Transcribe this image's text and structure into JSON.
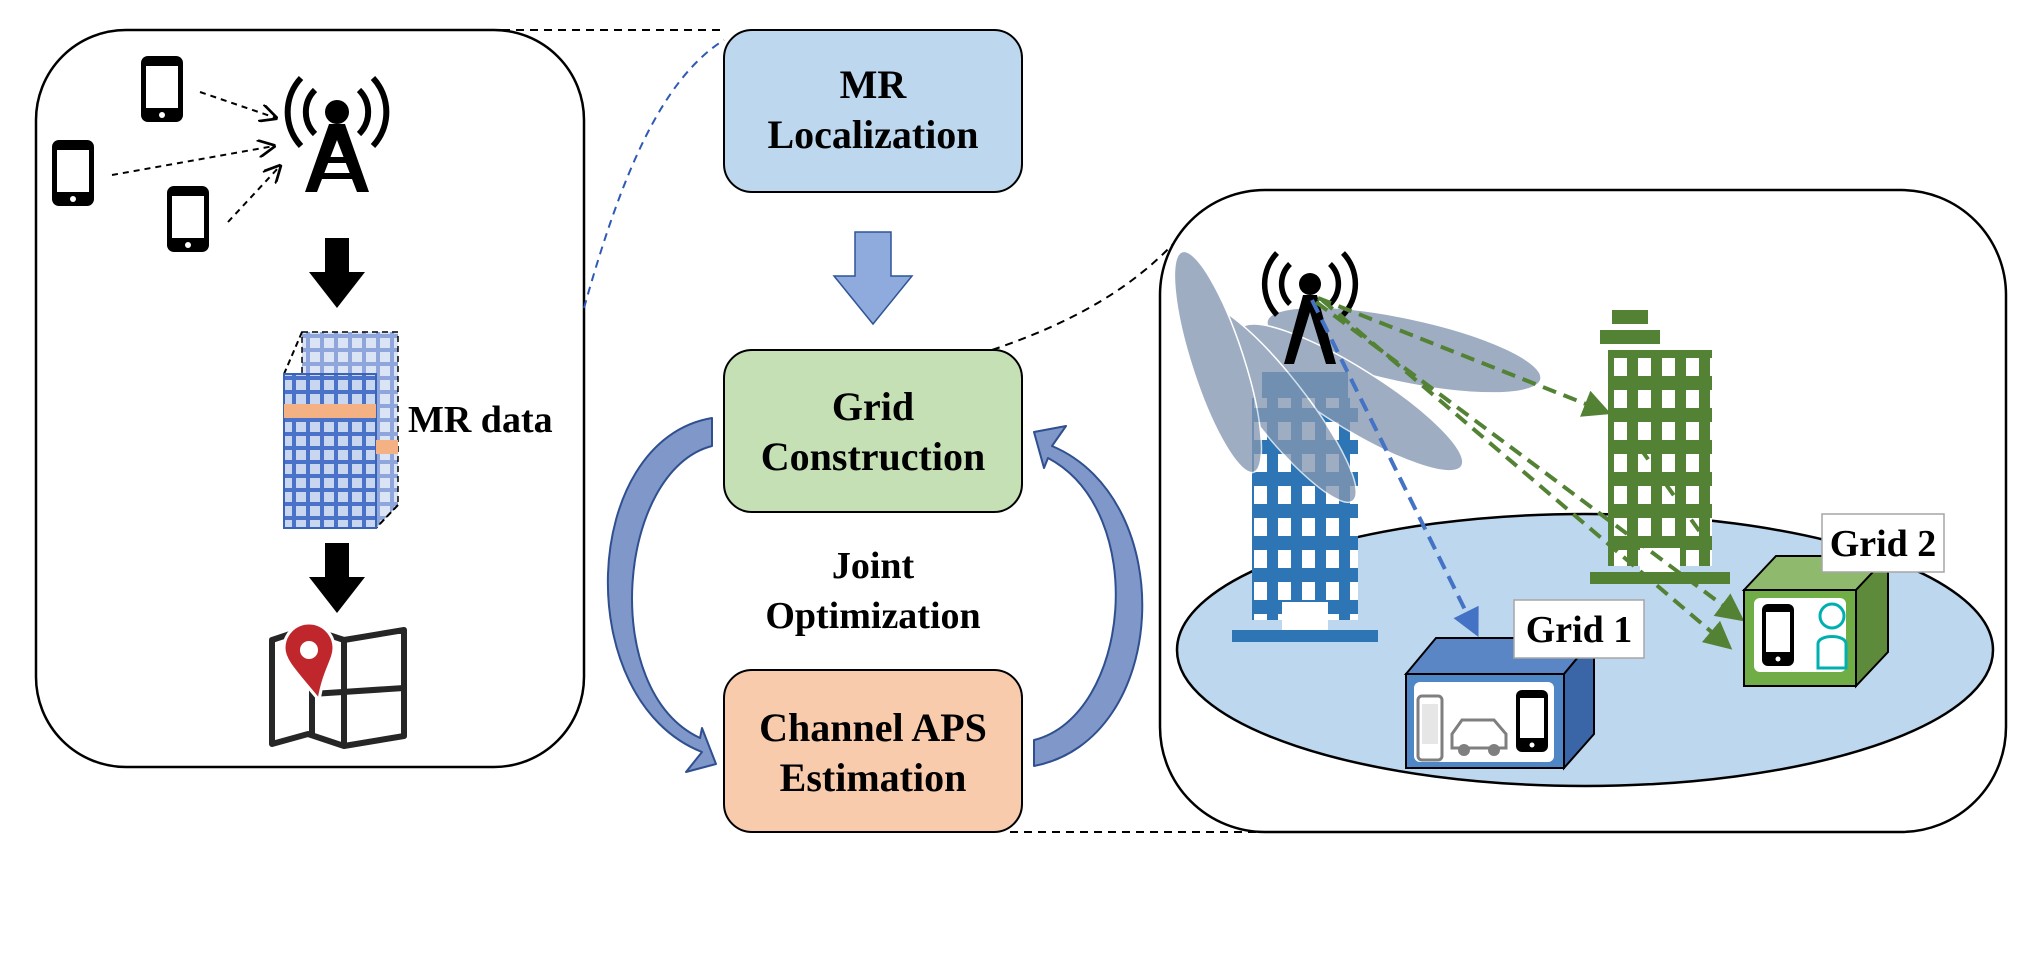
{
  "flow": {
    "mr_localization": {
      "line1": "MR",
      "line2": "Localization"
    },
    "grid_construction": {
      "line1": "Grid",
      "line2": "Construction"
    },
    "channel_aps_estimation": {
      "line1": "Channel APS",
      "line2": "Estimation"
    },
    "joint_optimization": {
      "line1": "Joint",
      "line2": "Optimization"
    }
  },
  "left_panel": {
    "mr_data_label": "MR data",
    "icons": [
      "smartphone-icon",
      "cell-tower-icon",
      "arrow-down-icon",
      "mr-data-cube-icon",
      "map-pin-icon"
    ]
  },
  "right_panel": {
    "grid1_label": "Grid 1",
    "grid2_label": "Grid 2",
    "icons": [
      "cell-tower-icon",
      "building-icon",
      "car-icon",
      "person-icon",
      "smartphone-icon"
    ]
  },
  "colors": {
    "mr_box": "#bdd7ee",
    "grid_box": "#c5e0b4",
    "aps_box": "#f8cbad",
    "loop_arrow": "#7f97c9",
    "ground": "#bdd7ee",
    "blue_building": "#2e75b6",
    "green_building": "#548235",
    "beam": "#8497b0"
  }
}
